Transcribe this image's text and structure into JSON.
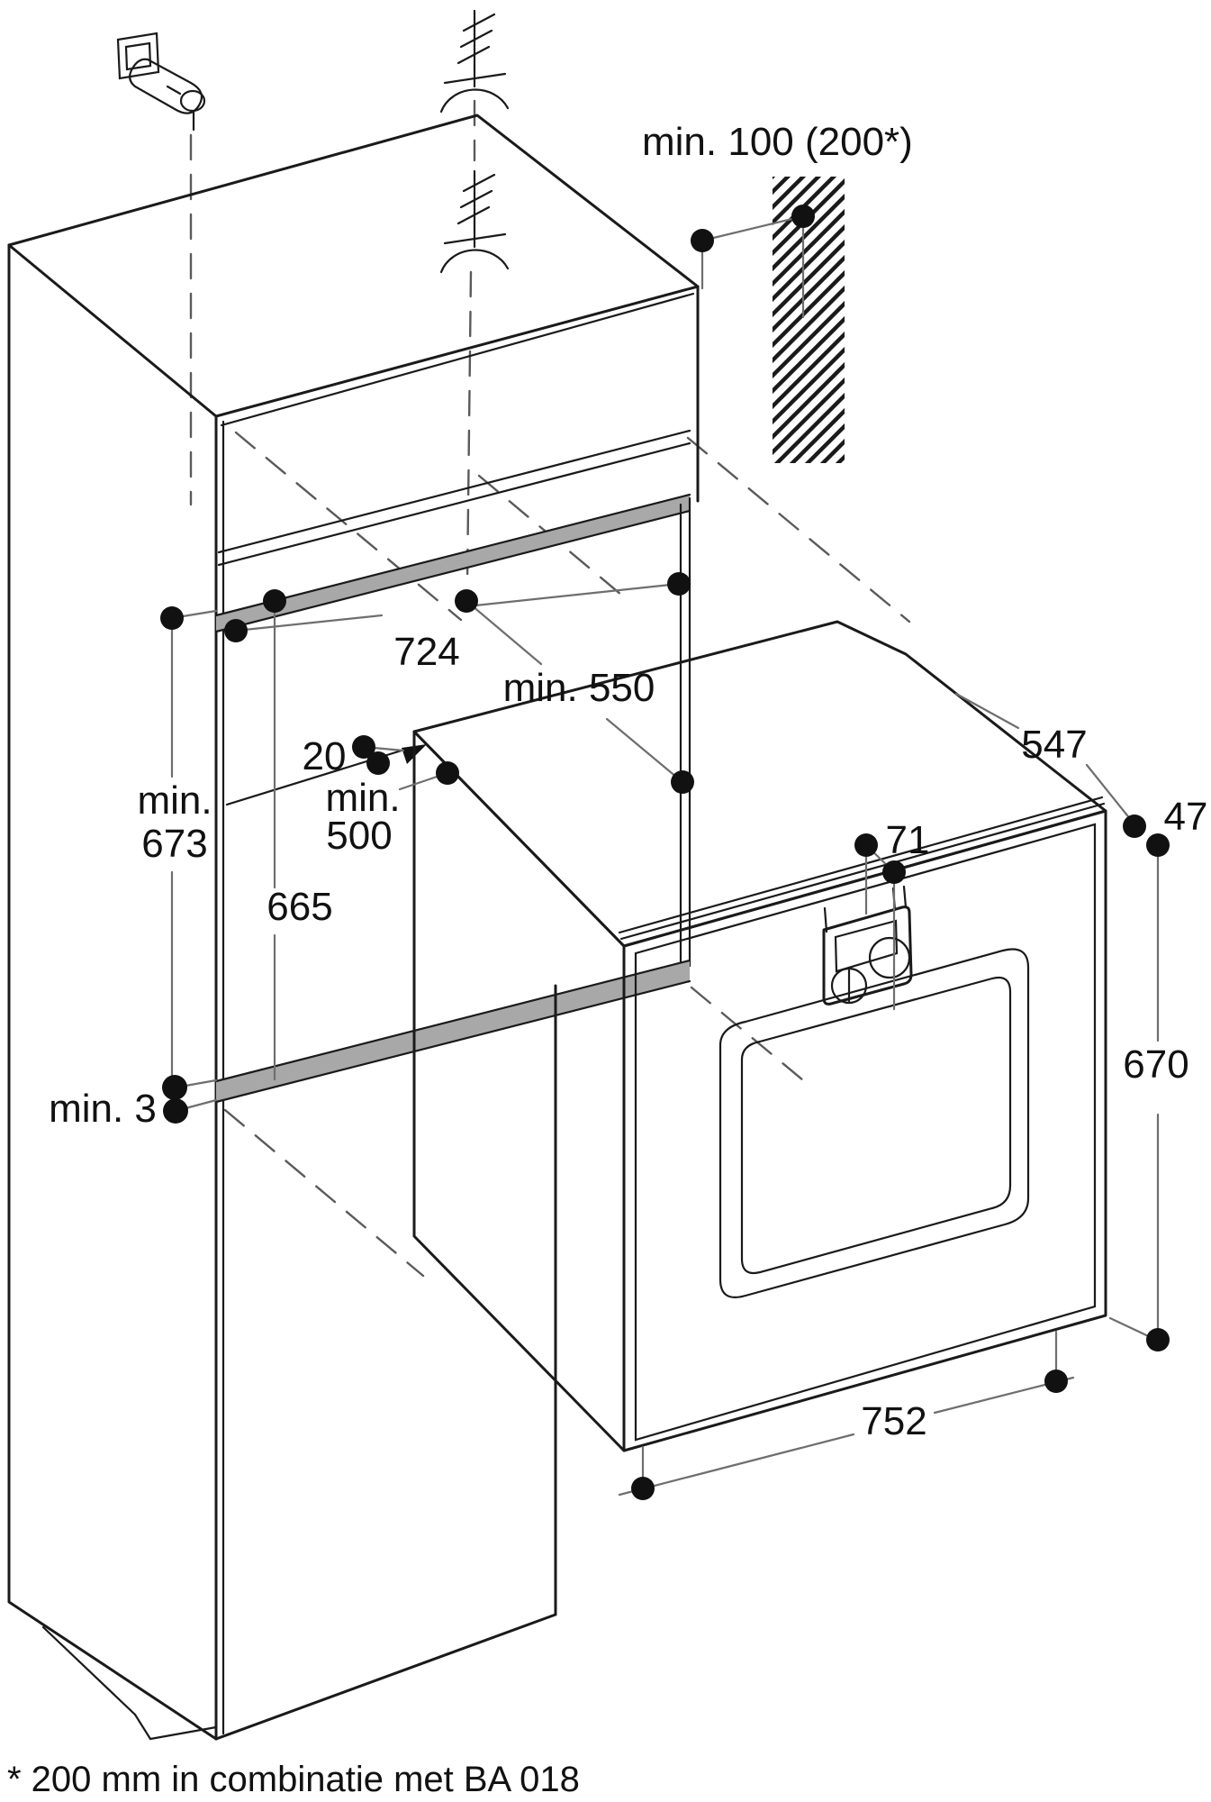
{
  "diagram": {
    "kind": "built-in-oven-niche-installation-drawing",
    "footnote": "* 200 mm in combinatie met BA 018",
    "labels": {
      "wall_clearance": "min. 100 (200*)",
      "niche_width": "724",
      "niche_depth": "min. 550",
      "socket_offset": "20",
      "socket_clearance_line1": "min.",
      "socket_clearance_line2": "500",
      "front_height_line1": "min.",
      "front_height_line2": "673",
      "niche_height": "665",
      "bottom_clearance": "min. 3",
      "appliance_depth": "547",
      "door_protrusion": "47",
      "control_panel_height": "71",
      "appliance_height": "670",
      "appliance_width": "752"
    },
    "icons": {
      "plug": "power-plug-icon",
      "earth_upper": "mains-connection-symbol-icon",
      "earth_lower": "mains-connection-symbol-icon",
      "wall": "wall-hatching"
    },
    "colors": {
      "line": "#1a1a1a",
      "dimension_line": "#6e6e6e",
      "niche_frame": "#a8a8a8",
      "oven_side_shade": "#ececec",
      "background": "#ffffff"
    }
  }
}
